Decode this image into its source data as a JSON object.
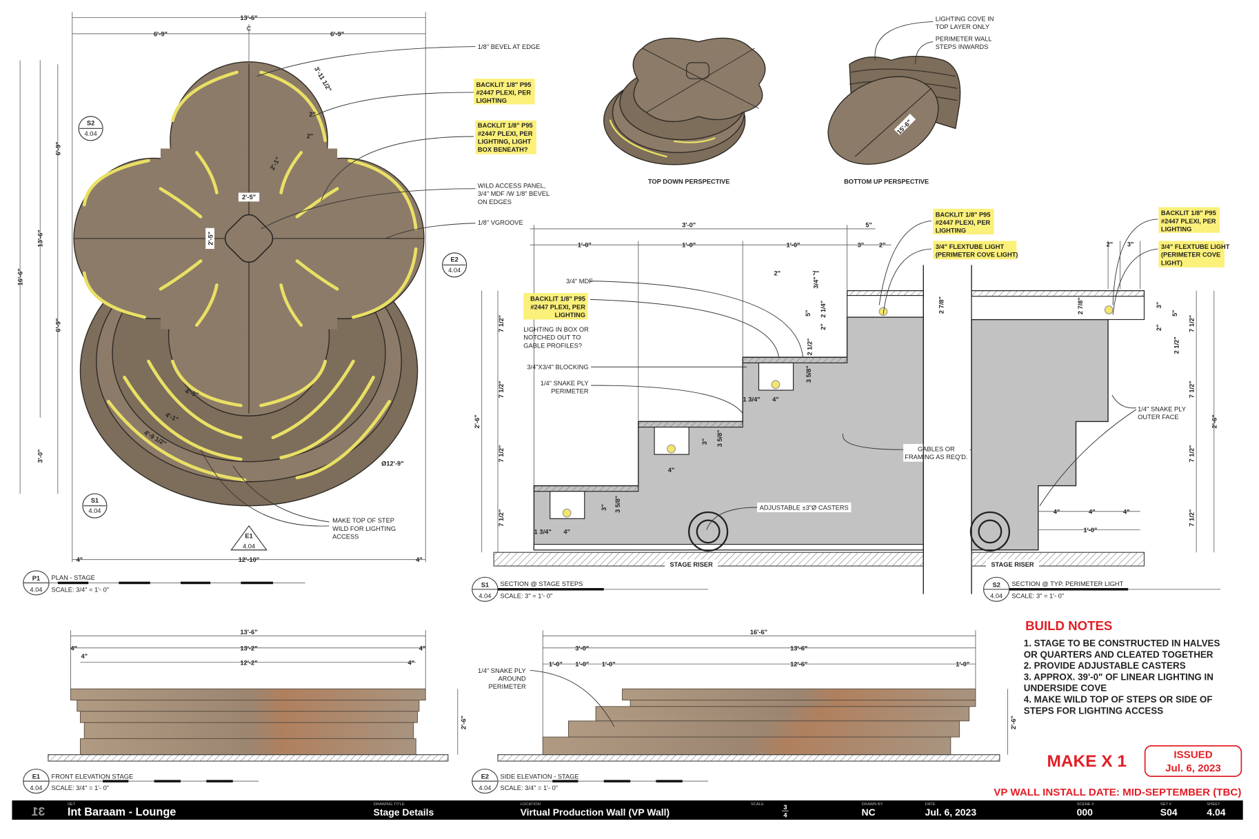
{
  "plan": {
    "id": "P1",
    "sheet": "4.04",
    "title": "PLAN - STAGE",
    "scale": "SCALE: 3/4\" = 1'- 0\"",
    "centerline": "C",
    "dims": [
      "13'-6\"",
      "6'-9\"",
      "6'-9\"",
      "16'-6\"",
      "13'-6\"",
      "6'-9\"",
      "6'-9\"",
      "3'-0\"",
      "12'-10\"",
      "4\"",
      "4\"",
      "2'-5\"",
      "2'-5\"",
      "3'-11 1/2\"",
      "2'-1\"",
      "2\"",
      "2\"",
      "4'-3\"",
      "4'-1\"",
      "4'-9 1/2\"",
      "Ø12'-9\""
    ],
    "markers": [
      {
        "id": "S2",
        "sheet": "4.04"
      },
      {
        "id": "E2",
        "sheet": "4.04"
      },
      {
        "id": "S1",
        "sheet": "4.04"
      },
      {
        "id": "E1",
        "sheet": "4.04"
      }
    ],
    "callouts": {
      "bevel": "1/8\" BEVEL AT EDGE",
      "backlit1": [
        "BACKLIT 1/8\" P95",
        "#2447 PLEXI, PER",
        "LIGHTING"
      ],
      "backlit2": [
        "BACKLIT 1/8\" P95",
        "#2447 PLEXI, PER",
        "LIGHTING, LIGHT",
        "BOX BENEATH?"
      ],
      "access": [
        "WILD ACCESS PANEL,",
        "3/4\" MDF /W 1/8\" BEVEL",
        "ON EDGES"
      ],
      "vgroove": "1/8\" VGROOVE",
      "wildstep": [
        "MAKE TOP OF STEP",
        "WILD FOR LIGHTING",
        "ACCESS"
      ]
    }
  },
  "perspectives": {
    "top_label": "TOP DOWN PERSPECTIVE",
    "bottom_label": "BOTTOM UP PERSPECTIVE",
    "diameter": "15'-6\"",
    "cove": [
      "LIGHTING COVE IN",
      "TOP LAYER ONLY"
    ],
    "perimeter": [
      "PERIMETER WALL",
      "STEPS INWARDS"
    ]
  },
  "section_s1": {
    "id": "S1",
    "sheet": "4.04",
    "title": "SECTION @ STAGE STEPS",
    "scale": "SCALE: 3\" = 1'- 0\"",
    "dims": [
      "3'-0\"",
      "5\"",
      "1'-0\"",
      "1'-0\"",
      "1'-0\"",
      "3\"",
      "2\"",
      "2\"",
      "7\"",
      "2'-6\"",
      "7 1/2\"",
      "7 1/2\"",
      "7 1/2\"",
      "7 1/2\"",
      "4\"",
      "4\"",
      "4\"",
      "1 3/4\"",
      "1 3/4\"",
      "3\"",
      "3 5/8\"",
      "3\"",
      "3 5/8\"",
      "3 5/8\"",
      "5\"",
      "2 1/4\"",
      "2\"",
      "2 1/2\"",
      "3/4\"",
      "2 7/8\""
    ],
    "callouts": {
      "backlit": [
        "BACKLIT 1/8\" P95",
        "#2447 PLEXI, PER",
        "LIGHTING"
      ],
      "flextube": [
        "3/4\" FLEXTUBE LIGHT",
        "(PERIMETER COVE LIGHT)"
      ],
      "mdf": "3/4\" MDF",
      "backlit_left": [
        "BACKLIT 1/8\" P95",
        "#2447 PLEXI, PER",
        "LIGHTING"
      ],
      "question": [
        "LIGHTING IN BOX OR",
        "NOTCHED OUT TO",
        "GABLE PROFILES?"
      ],
      "blocking": "3/4\"X3/4\" BLOCKING",
      "snake": [
        "1/4\" SNAKE PLY",
        "PERIMETER"
      ],
      "gables": [
        "GABLES OR",
        "FRAMING AS REQ'D."
      ],
      "casters": "ADJUSTABLE ±3\"Ø CASTERS",
      "riser": "STAGE RISER"
    }
  },
  "section_s2": {
    "id": "S2",
    "sheet": "4.04",
    "title": "SECTION @ TYP. PERIMETER LIGHT",
    "scale": "SCALE: 3\" = 1'- 0\"",
    "dims": [
      "2\"",
      "3\"",
      "2 7/8\"",
      "3\"",
      "5\"",
      "2\"",
      "2 1/2\"",
      "7 1/2\"",
      "7 1/2\"",
      "7 1/2\"",
      "7 1/2\"",
      "2'-6\"",
      "4\"",
      "4\"",
      "4\"",
      "1'-0\""
    ],
    "callouts": {
      "backlit": [
        "BACKLIT 1/8\" P95",
        "#2447 PLEXI, PER",
        "LIGHTING"
      ],
      "flextube": [
        "3/4\" FLEXTUBE LIGHT",
        "(PERIMETER COVE",
        "LIGHT)"
      ],
      "snake": [
        "1/4\" SNAKE PLY",
        "OUTER FACE"
      ],
      "riser": "STAGE RISER"
    }
  },
  "elev_e1": {
    "id": "E1",
    "sheet": "4.04",
    "title": "FRONT ELEVATION STAGE",
    "scale": "SCALE: 3/4\" = 1'- 0\"",
    "dims": [
      "13'-6\"",
      "4\"",
      "13'-2\"",
      "4\"",
      "4\"",
      "12'-2\"",
      "4\"",
      "2'-6\""
    ]
  },
  "elev_e2": {
    "id": "E2",
    "sheet": "4.04",
    "title": "SIDE ELEVATION - STAGE",
    "scale": "SCALE: 3/4\" = 1'- 0\"",
    "dims": [
      "16'-6\"",
      "3'-0\"",
      "13'-6\"",
      "1'-0\"",
      "1'-0\"",
      "1'-0\"",
      "12'-6\"",
      "1'-0\"",
      "2'-6\""
    ],
    "callout": [
      "1/4\" SNAKE PLY",
      "AROUND",
      "PERIMETER"
    ]
  },
  "build_notes": {
    "title": "BUILD NOTES",
    "lines": [
      "1. STAGE TO BE CONSTRUCTED IN HALVES",
      "OR QUARTERS AND CLEATED TOGETHER",
      "2. PROVIDE ADJUSTABLE CASTERS",
      "3. APPROX. 39'-0\" OF LINEAR LIGHTING IN",
      "UNDERSIDE COVE",
      "4. MAKE WILD TOP OF STEPS OR SIDE OF",
      "STEPS FOR LIGHTING ACCESS"
    ]
  },
  "make": "MAKE X 1",
  "issued": {
    "label": "ISSUED",
    "date": "Jul. 6, 2023"
  },
  "install_date": "VP WALL INSTALL DATE: MID-SEPTEMBER (TBC)",
  "title_block": {
    "logo": "31",
    "set_label": "SET",
    "set": "Int Baraam - Lounge",
    "drawing_title_label": "DRAWING TITLE",
    "drawing_title": "Stage Details",
    "location_label": "LOCATION",
    "location": "Virtual Production Wall (VP Wall)",
    "scale_label": "SCALE",
    "scale_num": "3",
    "scale_den": "4",
    "drawn_by_label": "DRAWN BY",
    "drawn_by": "NC",
    "date_label": "DATE",
    "date": "Jul. 6, 2023",
    "scene_label": "SCENE #",
    "scene": "000",
    "set_no_label": "SET #",
    "set_no": "S04",
    "sheet_label": "SHEET",
    "sheet": "4.04"
  },
  "colors": {
    "wood": "#8c7b68",
    "led": "#e9e065",
    "highlight": "#fbf07a",
    "section": "#c2c2c2",
    "red": "#e21e26"
  }
}
